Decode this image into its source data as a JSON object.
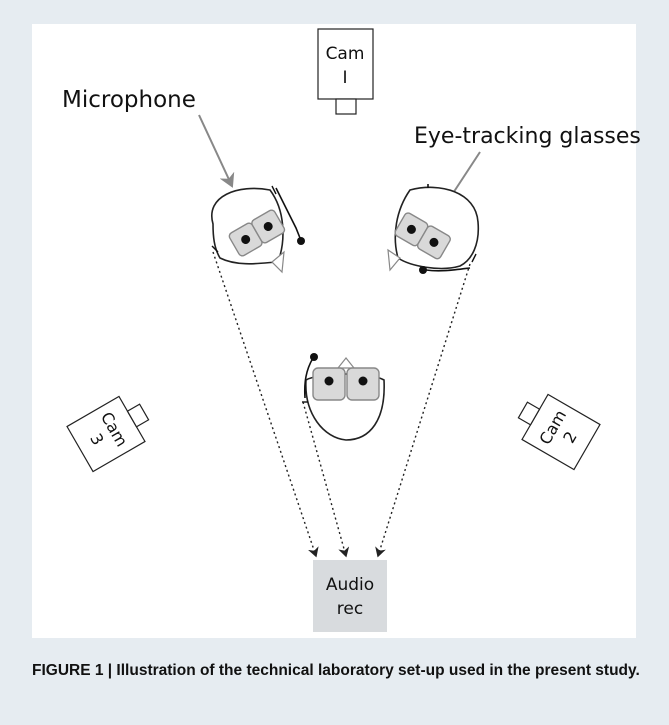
{
  "labels": {
    "microphone": "Microphone",
    "eye_tracking": "Eye-tracking glasses",
    "cam1_line1": "Cam",
    "cam1_line2": "I",
    "cam2_line1": "Cam",
    "cam2_line2": "2",
    "cam3_line1": "Cam",
    "cam3_line2": "3",
    "audio_line1": "Audio",
    "audio_line2": "rec"
  },
  "caption": "FIGURE 1 | Illustration of the technical laboratory set-up used in the present study.",
  "colors": {
    "background": "#e6ecf1",
    "scene": "#ffffff",
    "box_fill": "#d9d9d9",
    "arrow": "#888888",
    "audio_box": "#d8dbde"
  }
}
